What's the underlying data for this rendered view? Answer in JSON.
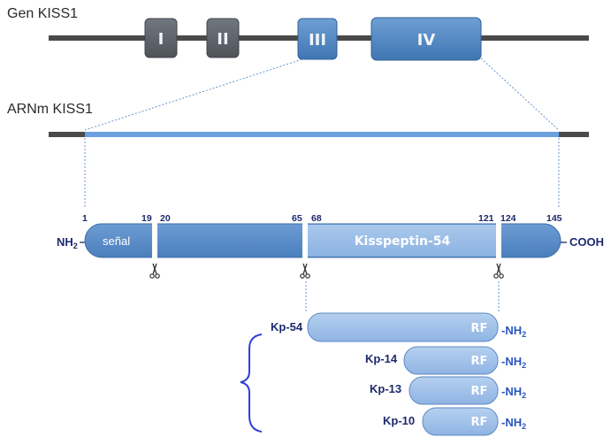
{
  "gene": {
    "label": "Gen KISS1",
    "exons": [
      "I",
      "II",
      "III",
      "IV"
    ]
  },
  "mrna": {
    "label": "ARNm KISS1"
  },
  "protein": {
    "n_terminus": "NH",
    "n_terminus_sub": "2",
    "c_terminus": "COOH",
    "signal_label": "señal",
    "peptide_label": "Kisspeptin-54",
    "positions": {
      "p1": "1",
      "p19": "19",
      "p20": "20",
      "p65": "65",
      "p68": "68",
      "p121": "121",
      "p124": "124",
      "p145": "145"
    }
  },
  "peptides": [
    {
      "name": "Kp-54",
      "motif": "RF",
      "amide": "-NH",
      "amide_sub": "2"
    },
    {
      "name": "Kp-14",
      "motif": "RF",
      "amide": "-NH",
      "amide_sub": "2"
    },
    {
      "name": "Kp-13",
      "motif": "RF",
      "amide": "-NH",
      "amide_sub": "2"
    },
    {
      "name": "Kp-10",
      "motif": "RF",
      "amide": "-NH",
      "amide_sub": "2"
    }
  ],
  "colors": {
    "dark_line": "#4a4a4a",
    "exon_dark": "#5c6268",
    "exon_blue": "#4f86c0",
    "mrna_blue": "#6aa0e0",
    "protein_blue": "#5b8fc9",
    "peptide_light": "#a9c8ec",
    "text_navy": "#1c2a6e",
    "amide_blue": "#2a56c0",
    "brace": "#2f3fd8"
  }
}
